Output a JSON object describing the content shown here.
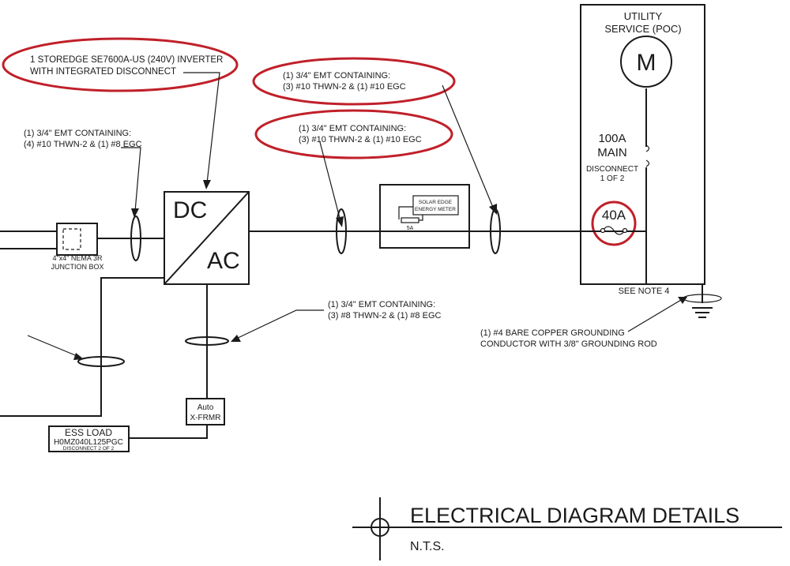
{
  "callouts": {
    "inverter": [
      "1 STOREDGE SE7600A-US (240V) INVERTER",
      "WITH INTEGRATED DISCONNECT"
    ],
    "emt_dc": [
      "(1) 3/4\" EMT CONTAINING:",
      "(4) #10 THWN-2 & (1) #8 EGC"
    ],
    "emt_ac_upper": [
      "(1) 3/4\" EMT CONTAINING:",
      "(3) #10 THWN-2 & (1) #10 EGC"
    ],
    "emt_ac_lower": [
      "(1) 3/4\" EMT CONTAINING:",
      "(3) #10 THWN-2 & (1) #10 EGC"
    ],
    "emt_ess": [
      "(1) 3/4\" EMT CONTAINING:",
      "(3) #8 THWN-2 & (1) #8 EGC"
    ],
    "grounding": [
      "(1) #4 BARE COPPER GROUNDING",
      "CONDUCTOR WITH 3/8\" GROUNDING ROD"
    ]
  },
  "inverter": {
    "dc": "DC",
    "ac": "AC"
  },
  "junction_box": [
    "4\"x4\" NEMA 3R",
    "JUNCTION BOX"
  ],
  "energy_meter": {
    "label": [
      "SOLAR EDGE",
      "ENERGY METER"
    ],
    "ct": "5A"
  },
  "utility": {
    "title": [
      "UTILITY",
      "SERVICE (POC)"
    ],
    "meter_symbol": "M",
    "main": [
      "100A",
      "MAIN"
    ],
    "disconnect": [
      "DISCONNECT",
      "1 OF 2"
    ],
    "breaker": "40A",
    "note": "SEE NOTE 4"
  },
  "transformer": [
    "Auto",
    "X-FRMR"
  ],
  "ess_load": {
    "title": "ESS LOAD",
    "model": "H0MZ040L125PGC",
    "disconnect": "DISCONNECT  2 OF 2"
  },
  "title_block": {
    "title": "ELECTRICAL DIAGRAM DETAILS",
    "scale": "N.T.S."
  },
  "colors": {
    "line": "#1a1a1a",
    "highlight": "#c0202a"
  }
}
